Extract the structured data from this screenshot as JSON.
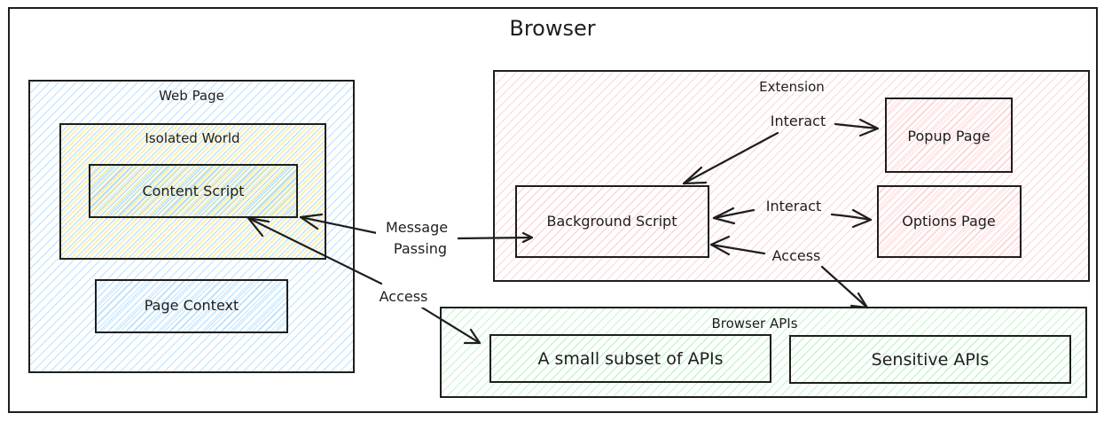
{
  "title": "Browser",
  "colors": {
    "stroke": "#1e1e1e",
    "web_page_hatch": "#a5d8ff",
    "isolated_world_hatch": "#ffec99",
    "extension_hatch": "#ffc9c9",
    "browser_apis_hatch": "#b2f2bb"
  },
  "containers": {
    "web_page": "Web Page",
    "isolated_world": "Isolated World",
    "extension": "Extension",
    "browser_apis": "Browser APIs"
  },
  "nodes": {
    "content_script": "Content Script",
    "page_context": "Page Context",
    "background_script": "Background Script",
    "popup_page": "Popup Page",
    "options_page": "Options Page",
    "small_subset": "A small subset of APIs",
    "sensitive_apis": "Sensitive APIs"
  },
  "edges": {
    "message_passing_line1": "Message",
    "message_passing_line2": "Passing",
    "access_content": "Access",
    "interact_popup": "Interact",
    "interact_options": "Interact",
    "access_background": "Access"
  }
}
